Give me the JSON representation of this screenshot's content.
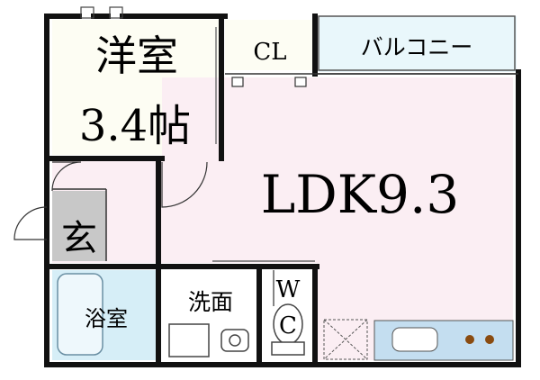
{
  "rooms": {
    "western_room": {
      "name": "洋室",
      "size": "3.4帖"
    },
    "closet": "CL",
    "balcony": "バルコニー",
    "ldk": "LDK9.3",
    "entrance": "玄",
    "bathroom": "浴室",
    "washroom": "洗面",
    "toilet_w": "W",
    "toilet_c": "C"
  },
  "colors": {
    "wall": "#111111",
    "ldk_floor": "#fbeef3",
    "balcony_fill": "#e9f7fb",
    "bath_fill": "#d6eef7",
    "entrance_fill": "#c8c8c8",
    "western_fill": "#fdfdf3",
    "kitchen_fill": "#c4def0",
    "stove": "#8a4b10"
  }
}
